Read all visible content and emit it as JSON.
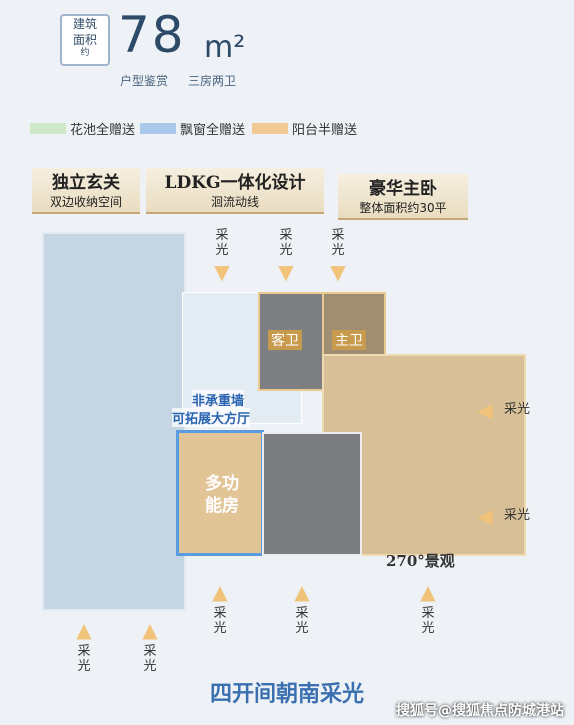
{
  "header": {
    "box_line1": "建筑",
    "box_line2": "面积",
    "box_suffix": "约",
    "area_value": "78",
    "area_unit": "m²",
    "subtitle_1": "户型鉴赏",
    "subtitle_2": "三房两卫"
  },
  "legend": [
    {
      "label": "花池全赠送",
      "color": "#cfe9c8"
    },
    {
      "label": "飘窗全赠送",
      "color": "#a9c9ea"
    },
    {
      "label": "阳台半赠送",
      "color": "#f1c993"
    }
  ],
  "tags": {
    "entry_title": "独立玄关",
    "entry_sub": "双边收纳空间",
    "ldkg_title": "LDKG一体化设计",
    "ldkg_sub": "洄流动线",
    "master_title": "豪华主卧",
    "master_sub": "整体面积约30平"
  },
  "plan_labels": {
    "guest_bath": "客卫",
    "master_bath": "主卫",
    "wall_note_1": "非承重墙",
    "wall_note_2": "可拓展大方厅",
    "multi_room": "多功能房",
    "view": "270°景观"
  },
  "light_label": "采光",
  "footer": "四开间朝南采光",
  "watermark": "搜狐号@搜狐焦点防城港站"
}
